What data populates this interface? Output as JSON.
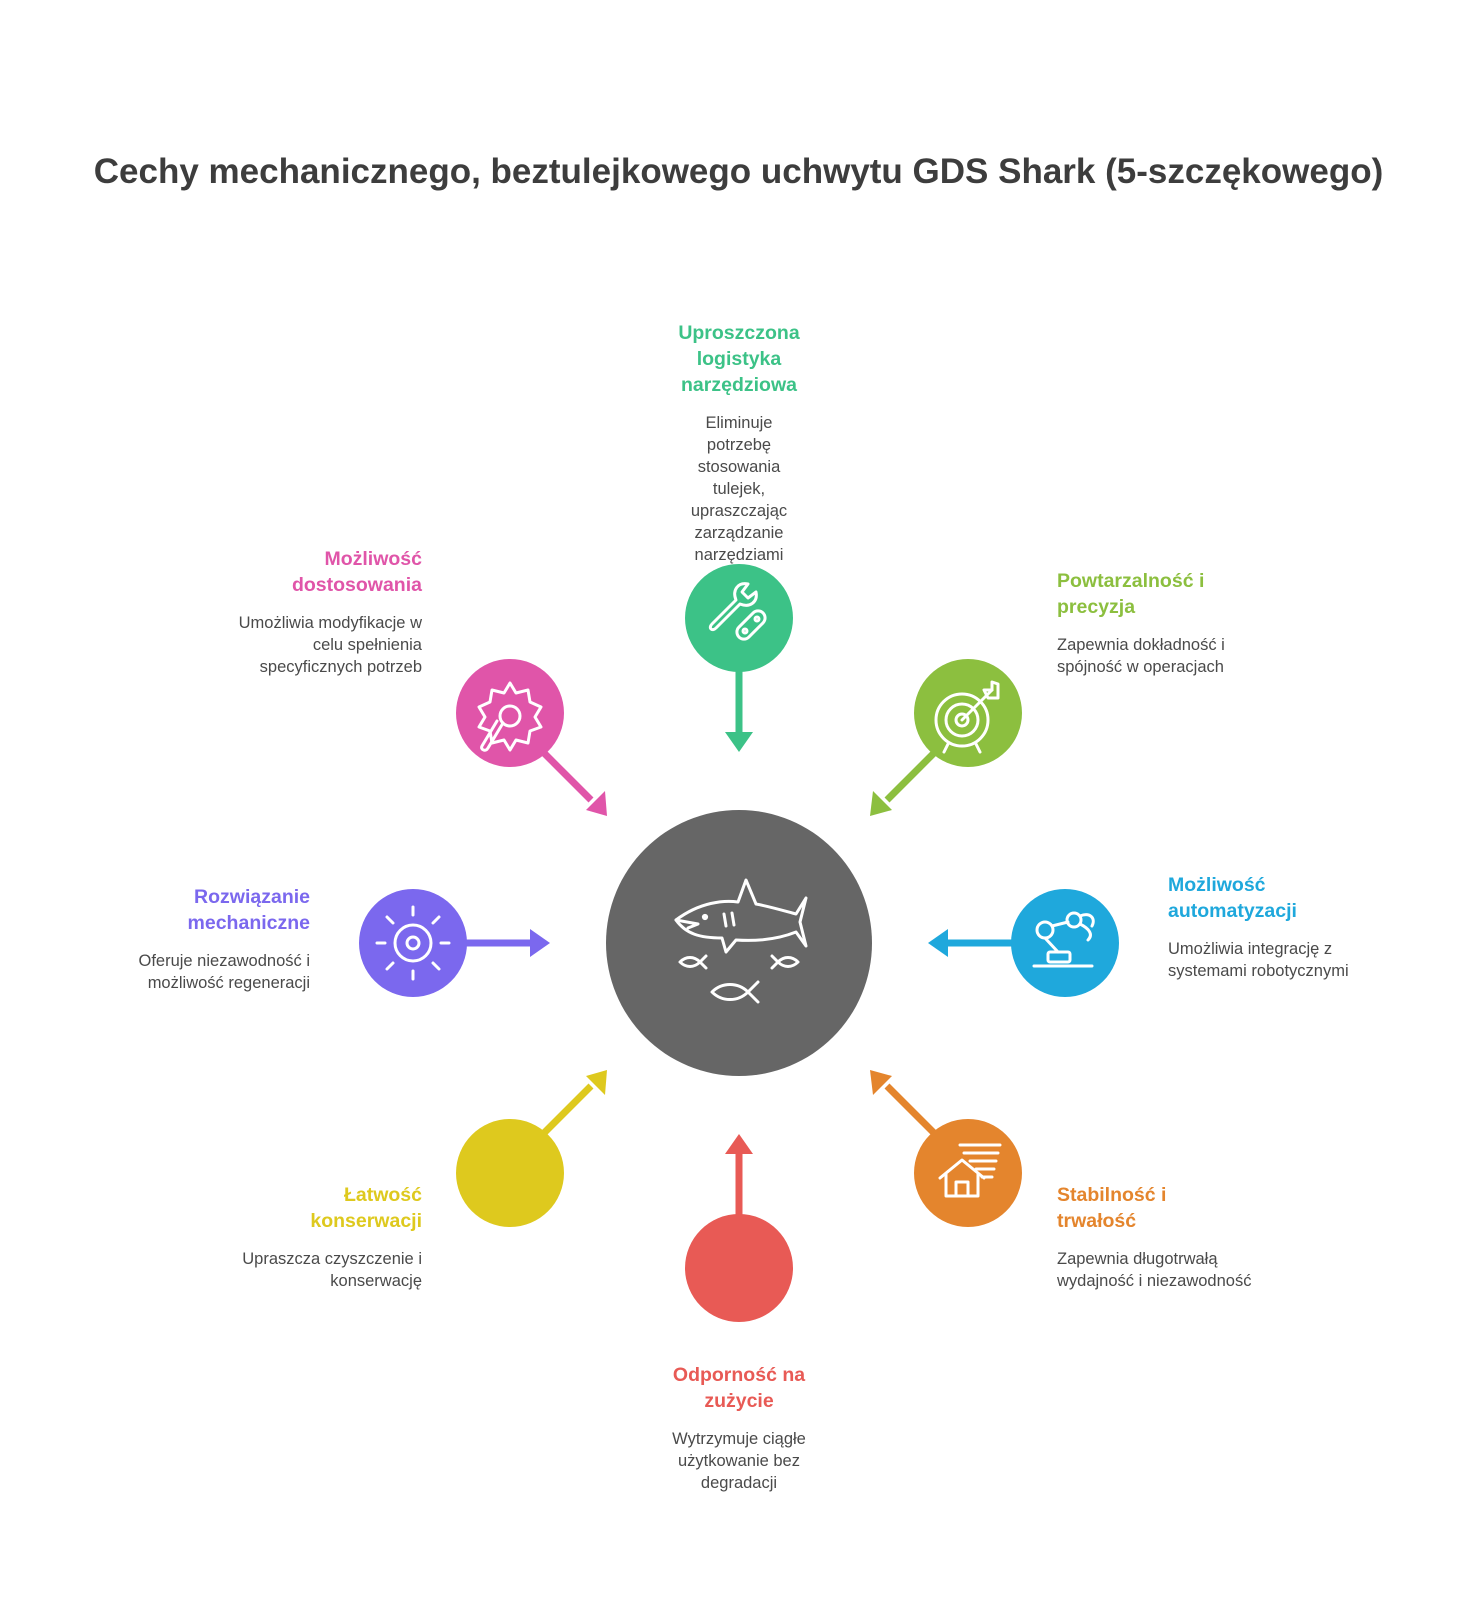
{
  "title": "Cechy mechanicznego, beztulejkowego uchwytu GDS Shark (5-szczękowego)",
  "center": {
    "icon": "shark-with-fish-icon",
    "color": "#666666"
  },
  "features": [
    {
      "id": "top",
      "title": "Uproszczona logistyka narzędziowa",
      "description": "Eliminuje potrzebę stosowania tulejek, upraszczając zarządzanie narzędziami",
      "color": "#3cc287",
      "icon": "wrench-and-tool-icon"
    },
    {
      "id": "top-right",
      "title": "Powtarzalność i precyzja",
      "description": "Zapewnia dokładność i spójność w operacjach",
      "color": "#8cbf3f",
      "icon": "target-arrow-icon"
    },
    {
      "id": "right",
      "title": "Możliwość automatyzacji",
      "description": "Umożliwia integrację z systemami robotycznymi",
      "color": "#1fa8dc",
      "icon": "robot-arm-icon"
    },
    {
      "id": "bottom-right",
      "title": "Stabilność i trwałość",
      "description": "Zapewnia długotrwałą wydajność i niezawodność",
      "color": "#e4852d",
      "icon": "house-tornado-icon"
    },
    {
      "id": "bottom",
      "title": "Odporność na zużycie",
      "description": "Wytrzymuje ciągłe użytkowanie bez degradacji",
      "color": "#e85a55",
      "icon": ""
    },
    {
      "id": "bottom-left",
      "title": "Łatwość konserwacji",
      "description": "Upraszcza czyszczenie i konserwację",
      "color": "#dec91e",
      "icon": ""
    },
    {
      "id": "left",
      "title": "Rozwiązanie mechaniczne",
      "description": "Oferuje niezawodność i możliwość regeneracji",
      "color": "#7b68ee",
      "icon": "gear-sun-icon"
    },
    {
      "id": "top-left",
      "title": "Możliwość dostosowania",
      "description": "Umożliwia modyfikacje w celu spełnienia specyficznych potrzeb",
      "color": "#e055a9",
      "icon": "gear-wrench-icon"
    }
  ]
}
